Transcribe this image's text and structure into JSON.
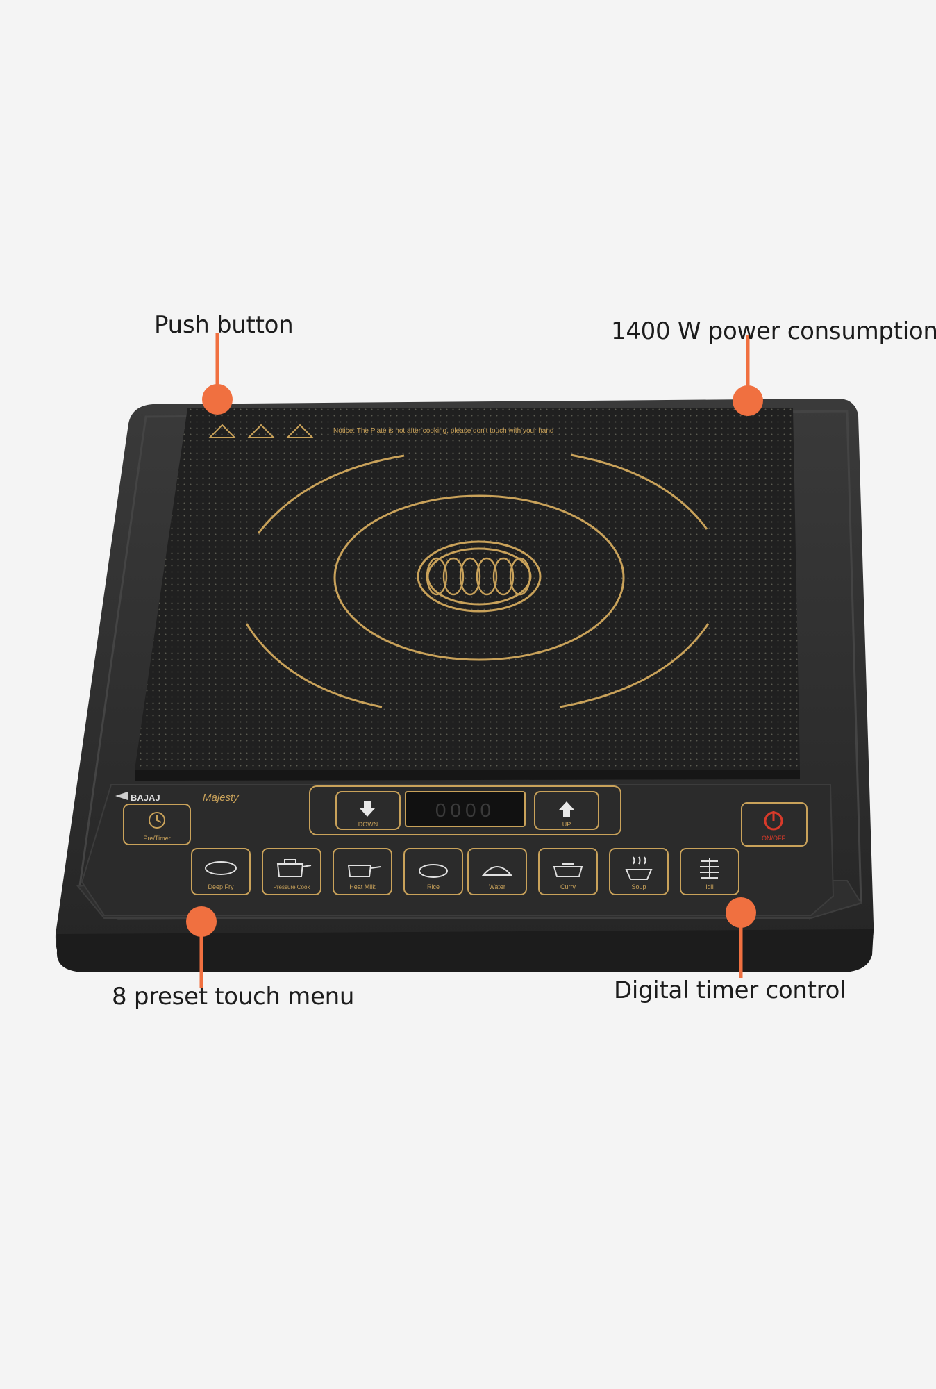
{
  "callouts": {
    "push_button": "Push button",
    "power": "1400 W power consumption",
    "preset_menu": "8 preset touch menu",
    "timer": "Digital timer control"
  },
  "appliance": {
    "notice": "Notice: The Plate is hot after cooking, please don't touch with your hand",
    "brand": "BAJAJ",
    "model": "Majesty",
    "down_label": "DOWN",
    "up_label": "UP",
    "display": "0000",
    "pre_timer_label": "Pre/Timer",
    "onoff_label": "ON/OFF",
    "presets": [
      "Deep Fry",
      "Pressure Cook",
      "Heat Milk",
      "Rice",
      "Water",
      "Curry",
      "Soup",
      "Idli"
    ]
  },
  "colors": {
    "accent": "#f07040",
    "body": "#2a2a2a",
    "glass": "#222222",
    "gold": "#c9a25a",
    "background": "#f4f4f4"
  }
}
